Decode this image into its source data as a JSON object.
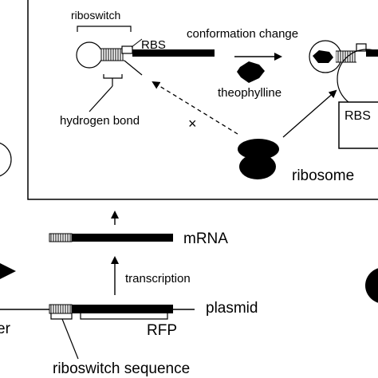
{
  "labels": {
    "riboswitch": "riboswitch",
    "rbs_top": "RBS",
    "conformation_change": "conformation change",
    "theophylline": "theophylline",
    "hydrogen_bond": "hydrogen bond",
    "cross_mark": "×",
    "rbs_box": "RBS",
    "ribosome": "ribosome",
    "mrna": "mRNA",
    "transcription": "transcription",
    "plasmid": "plasmid",
    "left_fragment": "er",
    "rfp": "RFP",
    "riboswitch_sequence": "riboswitch sequence"
  },
  "colors": {
    "ink": "#000000",
    "background": "#ffffff"
  }
}
